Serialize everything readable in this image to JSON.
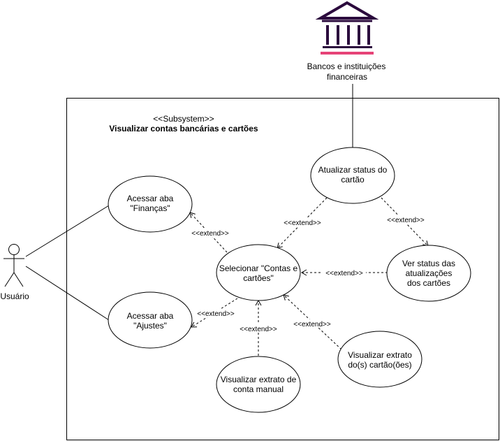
{
  "subsystem": {
    "stereotype": "<<Subsystem>>",
    "title": "Visualizar contas bancárias e cartões"
  },
  "actors": {
    "user": {
      "label": "Usuário"
    },
    "bank": {
      "label_line1": "Bancos e instituições",
      "label_line2": "financeiras",
      "icon": "bank-building-icon",
      "accent_color": "#e64377",
      "icon_color": "#2b0a3d"
    }
  },
  "use_cases": {
    "financas": [
      "Acessar aba",
      "\"Finanças\""
    ],
    "ajustes": [
      "Acessar aba",
      "\"Ajustes\""
    ],
    "selecionar": [
      "Selecionar \"Contas e",
      "cartões\""
    ],
    "atualizar": [
      "Atualizar status do",
      "cartão"
    ],
    "ver_status": [
      "Ver status das",
      "atualizações",
      "dos cartões"
    ],
    "extrato_cartao": [
      "Visualizar extrato",
      "do(s) cartão(ões)"
    ],
    "extrato_manual": [
      "Visualizar extrato de",
      "conta manual"
    ]
  },
  "relations": {
    "extend_label": "<<extend>>"
  }
}
